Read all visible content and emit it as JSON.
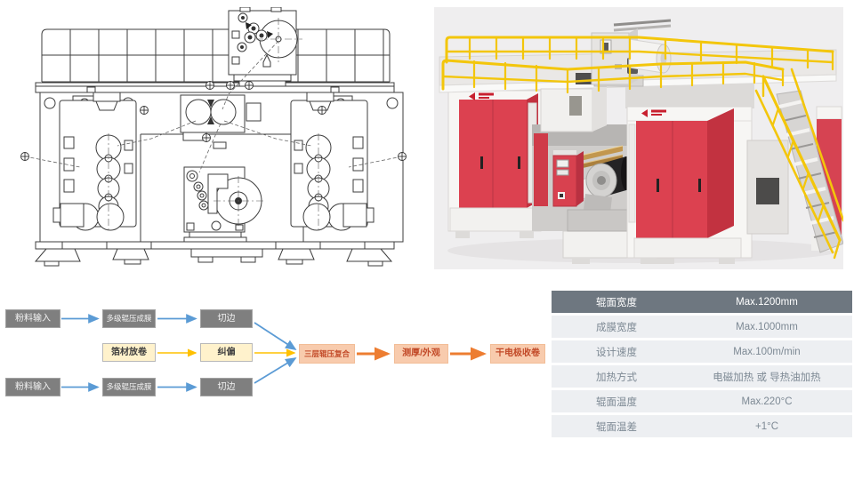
{
  "flowchart": {
    "nodes": [
      {
        "id": "powder-input-1",
        "label": "粉料输入",
        "variant": "gray"
      },
      {
        "id": "multi-stage-rolling-1",
        "label": "多级辊压成膜",
        "variant": "gray"
      },
      {
        "id": "trimming-1",
        "label": "切边",
        "variant": "gray"
      },
      {
        "id": "foil-unwinding",
        "label": "箔材放卷",
        "variant": "yellow"
      },
      {
        "id": "deviation-correction",
        "label": "纠偏",
        "variant": "yellow"
      },
      {
        "id": "powder-input-2",
        "label": "粉料输入",
        "variant": "gray"
      },
      {
        "id": "multi-stage-rolling-2",
        "label": "多级辊压成膜",
        "variant": "gray"
      },
      {
        "id": "trimming-2",
        "label": "切边",
        "variant": "gray"
      },
      {
        "id": "three-layer-lamination",
        "label": "三层辊压复合",
        "variant": "orange"
      },
      {
        "id": "thickness-appearance",
        "label": "测厚/外观",
        "variant": "orange"
      },
      {
        "id": "dry-electrode-winding",
        "label": "干电极收卷",
        "variant": "orange"
      }
    ],
    "arrow_colors": {
      "blue": "#5b9bd5",
      "yellow": "#ffc000",
      "orange": "#ed7d31"
    }
  },
  "spec_table": {
    "rows": [
      {
        "label": "辊面宽度",
        "value": "Max.1200mm"
      },
      {
        "label": "成膜宽度",
        "value": "Max.1000mm"
      },
      {
        "label": "设计速度",
        "value": "Max.100m/min"
      },
      {
        "label": "加热方式",
        "value": "电磁加热 或 导热油加热"
      },
      {
        "label": "辊面温度",
        "value": "Max.220°C"
      },
      {
        "label": "辊面温差",
        "value": "+1°C"
      }
    ],
    "header_bg": "#6e7780",
    "row_bg": "#edeff2"
  },
  "figure_colors": {
    "machine_red": "#dc4150",
    "railing_yellow": "#f3c60b",
    "render_background": "#efeeef",
    "drawing_line": "#3d3d3d"
  }
}
